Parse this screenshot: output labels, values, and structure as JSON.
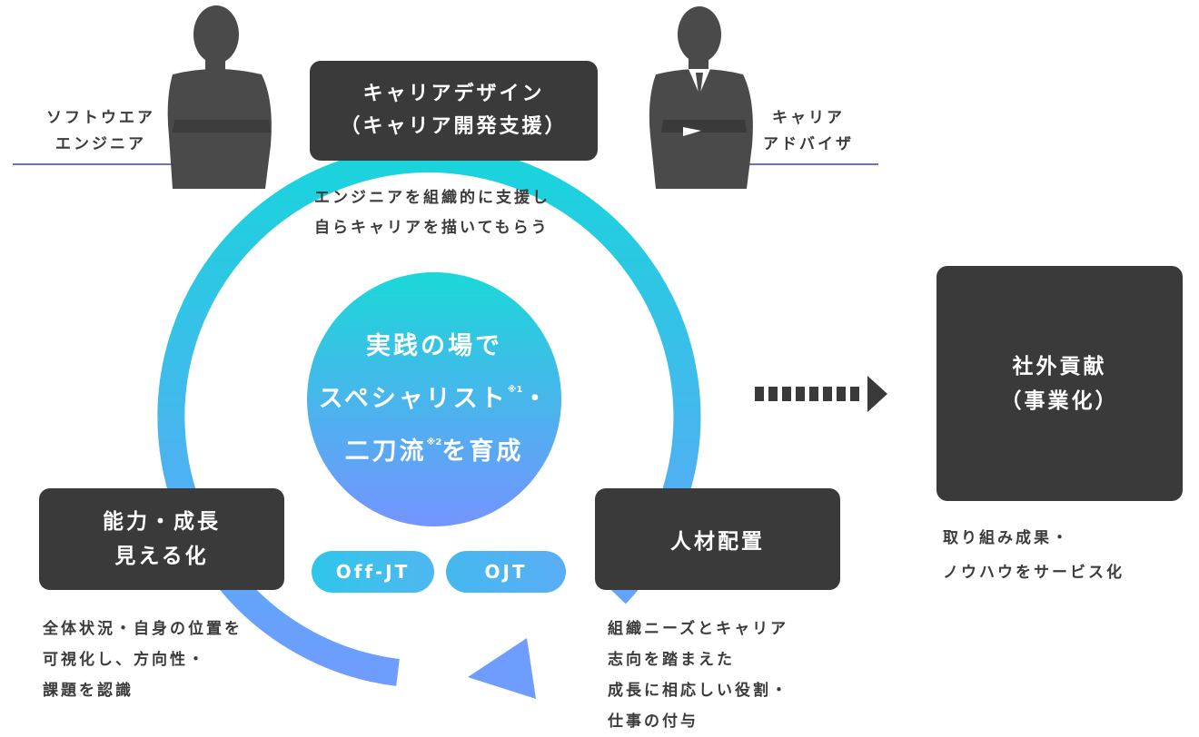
{
  "colors": {
    "box": "#3a3a3a",
    "ring_top": "#19d4dc",
    "ring_bottom": "#6f9cff",
    "divider": "#3b4a8c",
    "silhouette": "#4a4a4a"
  },
  "people": {
    "left": {
      "icon": "person-arms-crossed-icon",
      "label_lines": [
        "ソフトウエア",
        "エンジニア"
      ]
    },
    "right": {
      "icon": "person-suit-arms-crossed-icon",
      "label_lines": [
        "キャリア",
        "アドバイザ"
      ]
    }
  },
  "boxes": {
    "career_design": [
      "キャリアデザイン",
      "（キャリア開発支援）"
    ],
    "ability": [
      "能力・成長",
      "見える化"
    ],
    "placement": [
      "人材配置"
    ],
    "contribution": [
      "社外貢献",
      "（事業化）"
    ]
  },
  "center": {
    "line1": "実践の場で",
    "line2_main": "スペシャリスト",
    "line2_note": "※1",
    "line2_tail": "・",
    "line3_main": "二刀流",
    "line3_note": "※2",
    "line3_tail": "を育成"
  },
  "pills": {
    "offjt": "Off-JT",
    "ojt": "OJT"
  },
  "descriptions": {
    "career_design": [
      "エンジニアを組織的に支援し",
      "自らキャリアを描いてもらう"
    ],
    "ability": [
      "全体状況・自身の位置を",
      "可視化し、方向性・",
      "課題を認識"
    ],
    "placement": [
      "組織ニーズとキャリア",
      "志向を踏まえた",
      "成長に相応しい役割・",
      "仕事の付与"
    ],
    "contribution": [
      "取り組み成果・",
      "ノウハウをサービス化"
    ]
  }
}
